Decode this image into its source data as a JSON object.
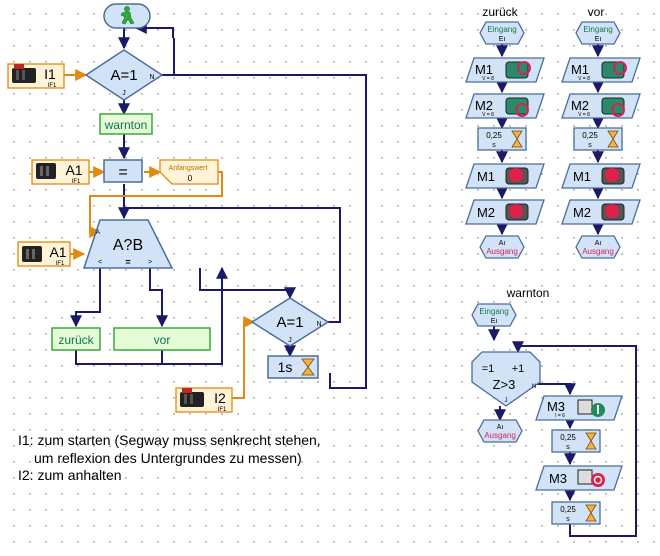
{
  "main": {
    "start_icon": "green-walking-man-icon",
    "decision_top": {
      "label": "A=1",
      "no": "N",
      "yes": "J"
    },
    "input_i1": {
      "label": "I1",
      "sub": "IF1"
    },
    "warnton": "warnton",
    "assign": {
      "op": "=",
      "sub_a": "A1",
      "sub_b": "IF1",
      "initial_label": "Anfangswert",
      "initial_value": "0"
    },
    "compare": {
      "label": "A?B",
      "a": "A",
      "b": "B",
      "lt": "<",
      "eq": "=",
      "gt": ">",
      "sub_a": "A1",
      "sub_b": "IF1"
    },
    "zuruck": "zurück",
    "vor": "vor",
    "decision_i2": {
      "label": "A=1",
      "no": "N",
      "yes": "J"
    },
    "wait": "1s",
    "input_i2": {
      "label": "I2",
      "sub": "IF1"
    },
    "notes": [
      "I1: zum starten (Segway muss senkrecht stehen,",
      "um reflexion des Untergrundes zu messen)",
      "I2: zum anhalten"
    ]
  },
  "sub_zuruck": {
    "title": "zurück",
    "entry": {
      "a": "Eingang",
      "b": "Eı"
    },
    "m1": {
      "label": "M1",
      "sub": "V = 8"
    },
    "m2": {
      "label": "M2",
      "sub": "V = 8"
    },
    "wait": {
      "value": "0,25",
      "unit": "s"
    },
    "m1_stop": "M1",
    "m2_stop": "M2",
    "exit": {
      "a": "Aı",
      "b": "Ausgang"
    }
  },
  "sub_vor": {
    "title": "vor",
    "entry": {
      "a": "Eingang",
      "b": "Eı"
    },
    "m1": {
      "label": "M1",
      "sub": "V = 8"
    },
    "m2": {
      "label": "M2",
      "sub": "V = 8"
    },
    "wait": {
      "value": "0,25",
      "unit": "s"
    },
    "m1_stop": "M1",
    "m2_stop": "M2",
    "exit": {
      "a": "Aı",
      "b": "Ausgang"
    }
  },
  "sub_warnton": {
    "title": "warnton",
    "entry": {
      "a": "Eingang",
      "b": "Eı"
    },
    "counter": {
      "init": "=1",
      "inc": "+1",
      "cond": "Z>3",
      "no": "N",
      "yes": "J"
    },
    "m3_on": {
      "label": "M3",
      "sub": "I = 6"
    },
    "wait1": {
      "value": "0,25",
      "unit": "s"
    },
    "m3_off": "M3",
    "wait2": {
      "value": "0,25",
      "unit": "s"
    },
    "exit": {
      "a": "Aı",
      "b": "Ausgang"
    }
  },
  "colors": {
    "flow_line": "#1a1a66",
    "data_line": "#e08a10",
    "block_fill": "#d3e3f7",
    "block_stroke": "#4a6e9a",
    "green_text": "#0a7a4a",
    "green_box": "#e6fbd8",
    "green_border": "#3aa83a"
  }
}
